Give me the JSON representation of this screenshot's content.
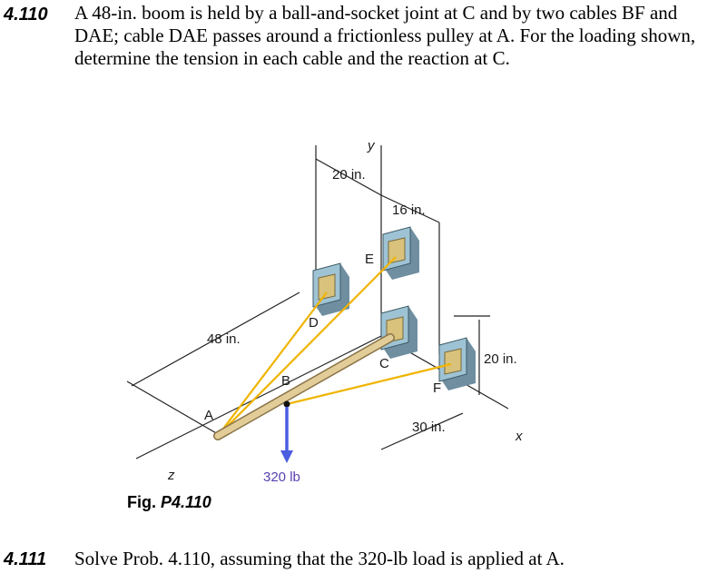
{
  "problem_1": {
    "number": "4.110",
    "text": "A 48-in. boom is held by a ball-and-socket joint at C and by two cables BF and DAE; cable DAE passes around a frictionless pulley at A. For the loading shown, determine the tension in each cable and the reaction at C."
  },
  "problem_2": {
    "number": "4.111",
    "text": "Solve Prob. 4.110, assuming that the 320-lb load is applied at A."
  },
  "figure": {
    "caption_prefix": "Fig.",
    "caption_id": "P4.110",
    "dim_20_top": "20 in.",
    "dim_16": "16 in.",
    "dim_48": "48 in.",
    "dim_20_right": "20 in.",
    "dim_30": "30 in.",
    "axis_y": "y",
    "axis_x": "x",
    "axis_z": "z",
    "point_A": "A",
    "point_B": "B",
    "point_C": "C",
    "point_D": "D",
    "point_E": "E",
    "point_F": "F",
    "load": "320 lb",
    "colors": {
      "cable": "#f0b400",
      "boom": "#d9c08a",
      "bracket": "#8fb6c9",
      "load_arrow": "#4a5ee0",
      "load_label": "#5a3fb0"
    }
  }
}
